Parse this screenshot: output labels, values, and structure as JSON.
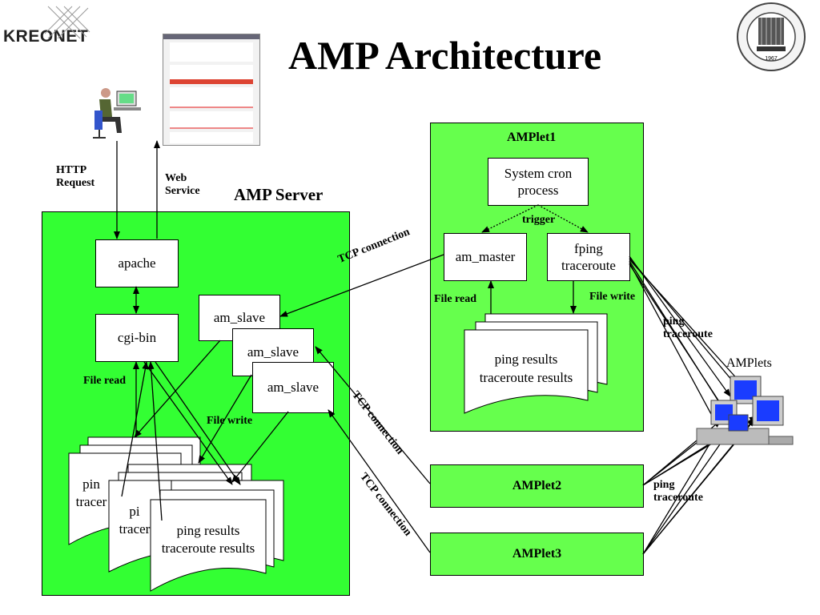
{
  "title": "AMP Architecture",
  "logo": {
    "text": "KREONET"
  },
  "emblem": {
    "year": "1967"
  },
  "client": {
    "http_request": "HTTP\nRequest",
    "web_service": "Web\nService"
  },
  "server": {
    "label": "AMP Server",
    "apache": "apache",
    "cgi_bin": "cgi-bin",
    "slaves": [
      "am_slave",
      "am_slave",
      "am_slave"
    ],
    "file_read": "File read",
    "file_write": "File write",
    "results_label": "ping results\ntraceroute results",
    "results_partial_1": "pin\ntracer",
    "results_partial_2": "pi\ntracer"
  },
  "amplet1": {
    "title": "AMPlet1",
    "cron": "System cron\nprocess",
    "trigger": "trigger",
    "master": "am_master",
    "fping": "fping\ntraceroute",
    "file_read": "File read",
    "file_write": "File write",
    "results": "ping results\ntraceroute results"
  },
  "amplet2": {
    "title": "AMPlet2"
  },
  "amplet3": {
    "title": "AMPlet3"
  },
  "connections": {
    "tcp": "TCP connection"
  },
  "ping_traceroute": "ping\ntraceroute",
  "amplets_label": "AMPlets"
}
